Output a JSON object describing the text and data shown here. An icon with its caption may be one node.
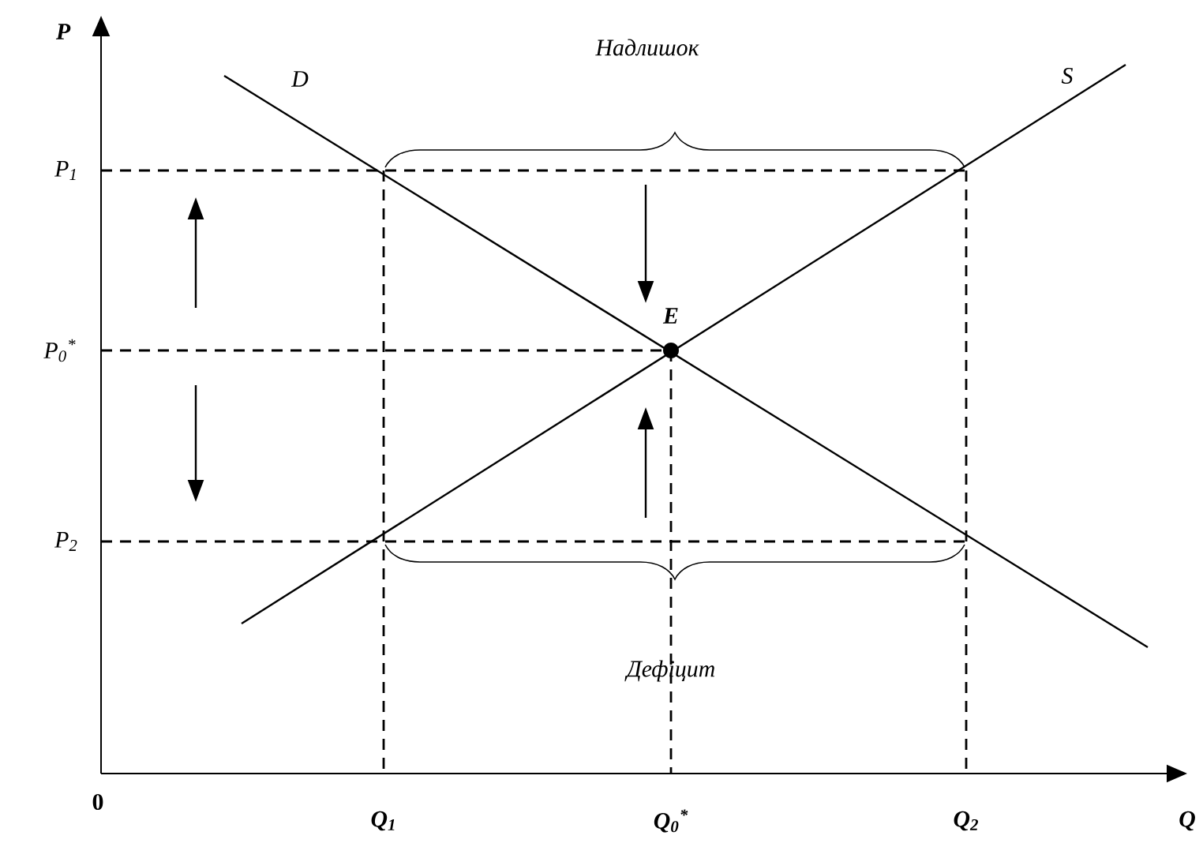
{
  "diagram": {
    "labels": [
      "P",
      "D",
      "Надлишок",
      "S",
      "P$_{1}$",
      "P$_{0}$$^{*}$",
      "E",
      "P$_{2}$",
      "Дефіцит",
      "0",
      "Q$_{1}$",
      "Q$_{0}$$^{*}$",
      "Q$_{2}$",
      "Q"
    ]
  }
}
